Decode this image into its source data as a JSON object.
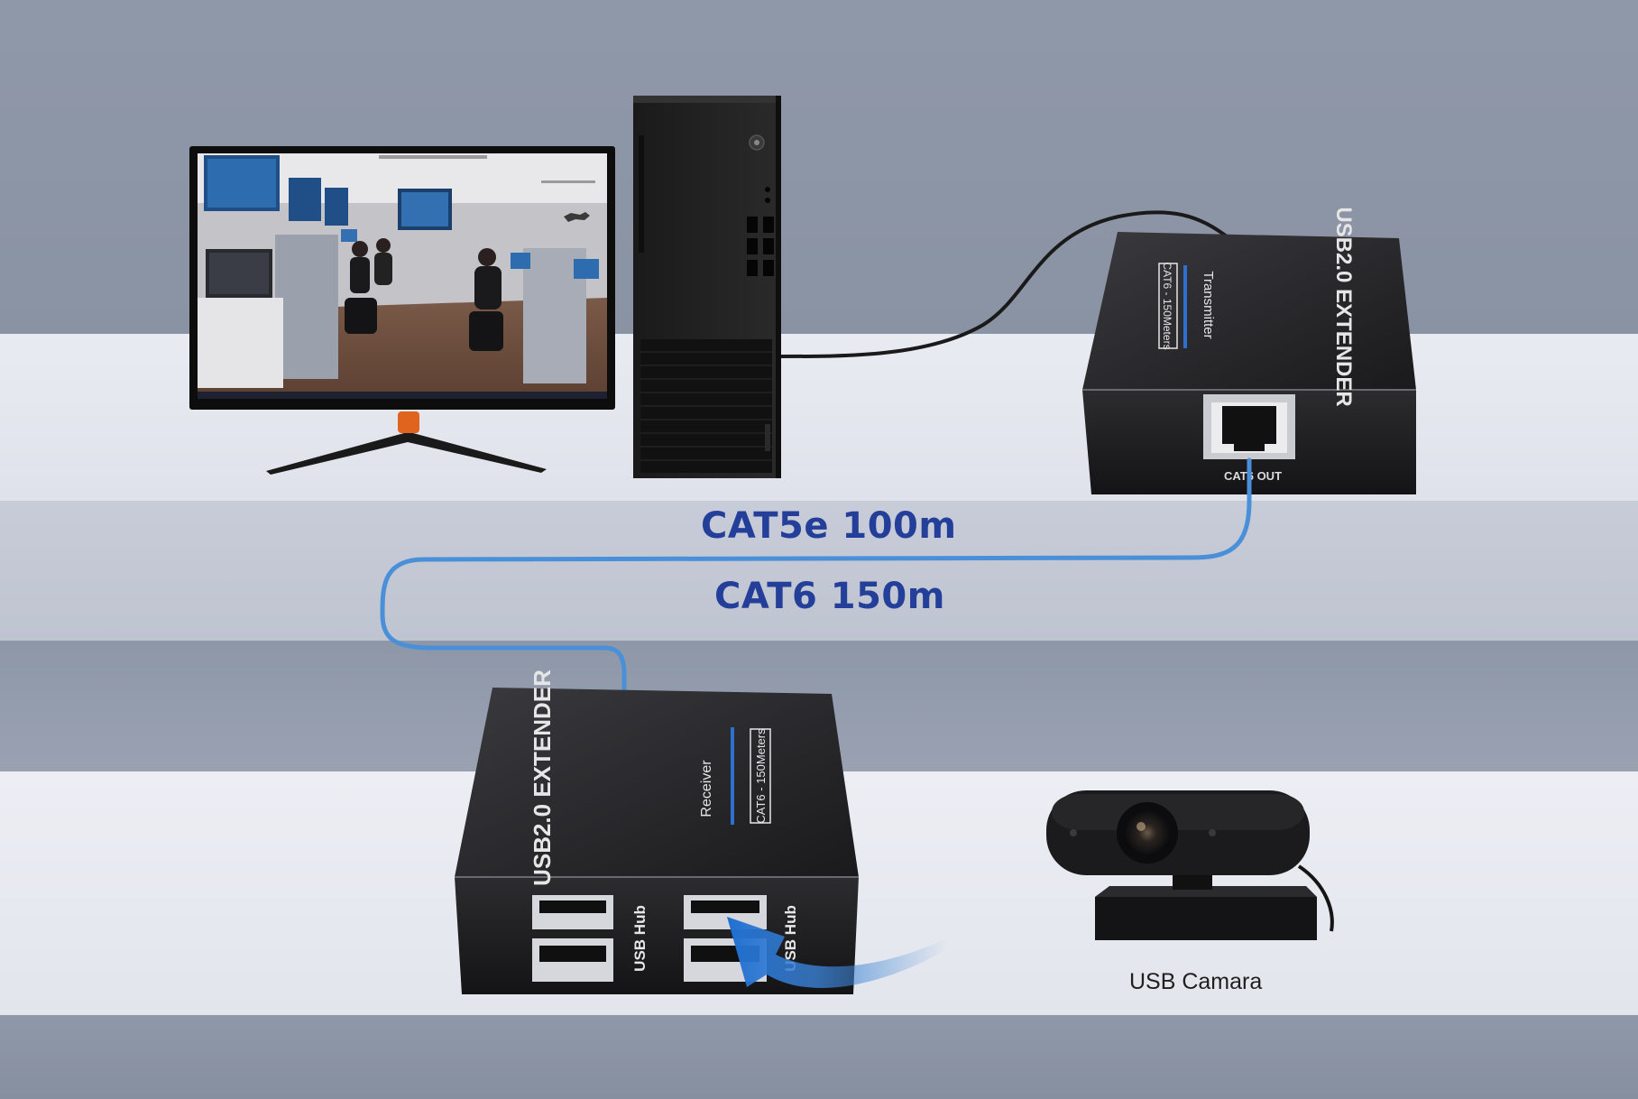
{
  "cable_labels": {
    "line1": "CAT5e 100m",
    "line2": "CAT6 150m"
  },
  "camera_caption": "USB Camara",
  "transmitter": {
    "title": "USB2.0 EXTENDER",
    "role": "Transmitter",
    "spec": "CAT6 - 150Meters",
    "port_label": "CAT6 OUT"
  },
  "receiver": {
    "title": "USB2.0 EXTENDER",
    "role": "Receiver",
    "spec": "CAT6 - 150Meters",
    "hub_label_left": "USB Hub",
    "hub_label_right": "USB Hub"
  },
  "colors": {
    "background": "#8c95a6",
    "shelf": "#e6e8ef",
    "cable_blue": "#4a90d9",
    "label_blue": "#243f99",
    "device_black": "#1c1c1e"
  }
}
